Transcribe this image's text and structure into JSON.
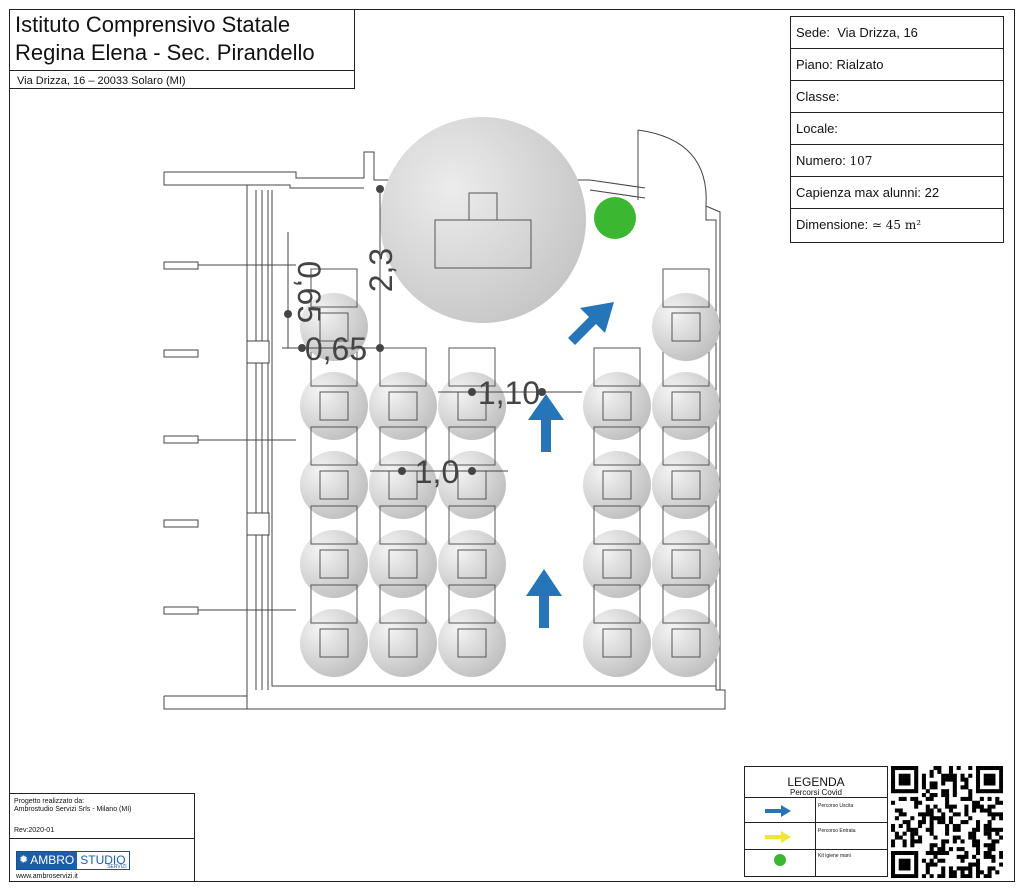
{
  "header": {
    "title_line1": "Istituto Comprensivo Statale",
    "title_line2": "Regina Elena - Sec. Pirandello",
    "address": "Via Drizza, 16 – 20033 Solaro (MI)"
  },
  "info": {
    "sede_label": "Sede:",
    "sede_value": "Via Drizza, 16",
    "piano_label": "Piano:",
    "piano_value": "Rialzato",
    "classe_label": "Classe:",
    "classe_value": "",
    "locale_label": "Locale:",
    "locale_value": "",
    "numero_label": "Numero:",
    "numero_value": "107",
    "capienza_label": "Capienza max alunni:",
    "capienza_value": "22",
    "dimensione_label": "Dimensione:",
    "dimensione_value": "≃ 45 m²"
  },
  "plan": {
    "dim_a": "0,65",
    "dim_b": "2,3",
    "dim_c": "0,65",
    "dim_d": "1,10",
    "dim_e": "1,0",
    "colors": {
      "arrow_exit": "#2775b9",
      "arrow_entry": "#f2e530",
      "hand_kit": "#3cb731",
      "safety_circle": "#c8c8c8",
      "wall": "#444444"
    }
  },
  "credit": {
    "line1": "Progetto realizzato da:",
    "line2": "Ambrostudio Servizi Srls - Milano (MI)",
    "rev": "Rev:2020-01",
    "logo_part1": "AMBRO",
    "logo_part2": "STUDIO",
    "logo_sub": "SERVIZI",
    "website": "www.ambroservizi.it"
  },
  "legend": {
    "title": "LEGENDA",
    "subtitle": "Percorsi Covid",
    "items": [
      {
        "label": "Percorso Uscita",
        "icon": "exit-arrow-icon"
      },
      {
        "label": "Percorso Entrata",
        "icon": "entry-arrow-icon"
      },
      {
        "label": "Kit igiene mani",
        "icon": "hand-sanitizer-dot-icon"
      }
    ]
  }
}
